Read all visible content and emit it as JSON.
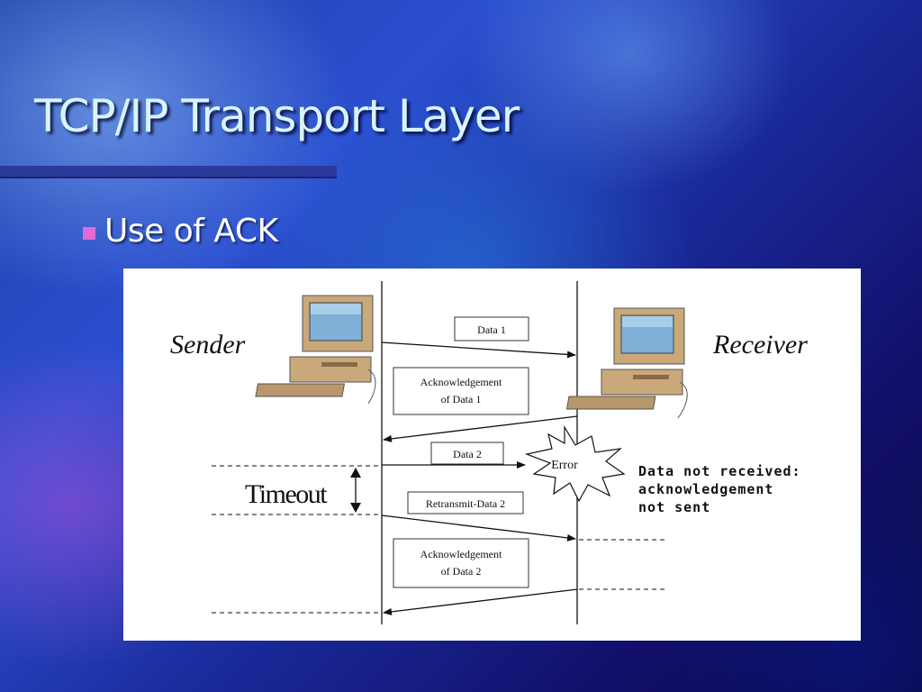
{
  "slide": {
    "title": "TCP/IP Transport Layer",
    "bullet": "Use of ACK",
    "colors": {
      "title": "#d8f4ff",
      "bullet_marker": "#e06bd8",
      "rule": "#2c3a9c"
    }
  },
  "diagram": {
    "sender_label": "Sender",
    "receiver_label": "Receiver",
    "timeout_label": "Timeout",
    "error_label": "Error",
    "messages": {
      "data1": "Data 1",
      "ack1_line1": "Acknowledgement",
      "ack1_line2": "of Data 1",
      "data2": "Data 2",
      "retransmit": "Retransmit-Data 2",
      "ack2_line1": "Acknowledgement",
      "ack2_line2": "of Data 2"
    },
    "note_lines": [
      "Data not received:",
      "acknowledgement",
      "not sent"
    ],
    "icons": [
      "sender-computer-icon",
      "receiver-computer-icon",
      "error-burst-icon"
    ]
  }
}
